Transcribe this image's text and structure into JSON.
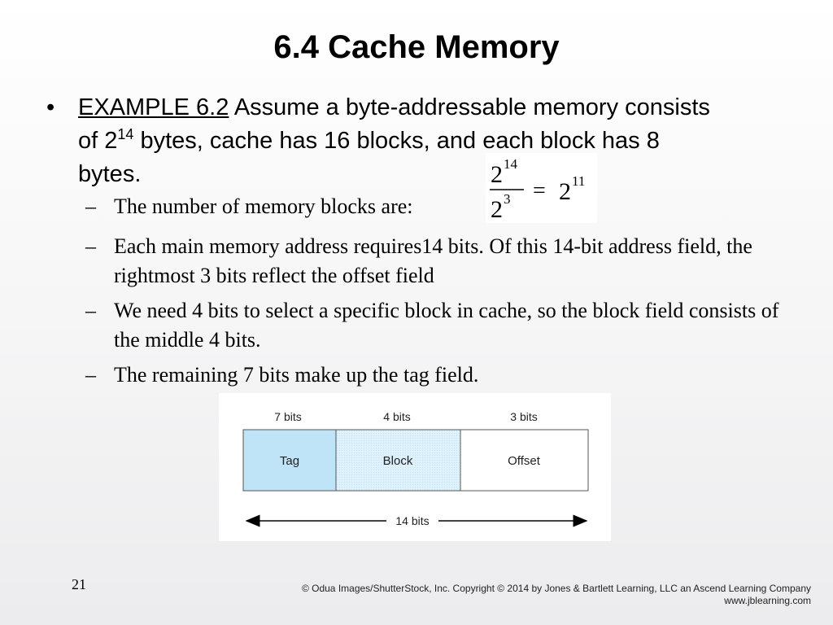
{
  "slide": {
    "title": "6.4 Cache Memory",
    "bullet": {
      "marker": "•",
      "label": "EXAMPLE 6.2",
      "text_part1": " Assume a byte-addressable memory consists of 2",
      "exponent": "14",
      "text_part2": " bytes, cache has 16 blocks, and each block has 8 bytes."
    },
    "sub_items": [
      {
        "dash": "–",
        "text": "The number of memory blocks are:"
      },
      {
        "dash": "–",
        "text": "Each main memory address requires14 bits. Of this 14-bit address field, the rightmost 3 bits reflect the offset field"
      },
      {
        "dash": "–",
        "text": "We need 4 bits to select a specific block in cache, so the block field consists of the middle 4 bits."
      },
      {
        "dash": "–",
        "text": "The remaining 7 bits make up the tag field."
      }
    ],
    "equation": {
      "numerator_base": "2",
      "numerator_exp": "14",
      "denominator_base": "2",
      "denominator_exp": "3",
      "equals": "=",
      "result_base": "2",
      "result_exp": "11"
    },
    "address_diagram": {
      "fields": [
        {
          "name": "Tag",
          "bits_label": "7 bits",
          "bits": 7
        },
        {
          "name": "Block",
          "bits_label": "4 bits",
          "bits": 4
        },
        {
          "name": "Offset",
          "bits_label": "3 bits",
          "bits": 3
        }
      ],
      "total_label": "14 bits",
      "colors": {
        "tag": "#bfe3f7",
        "block": "#dff1fb",
        "offset": "#ffffff",
        "border": "#555555"
      }
    },
    "page_number": "21",
    "copyright_line1": "© Odua Images/ShutterStock, Inc. Copyright © 2014 by Jones & Bartlett Learning, LLC an Ascend Learning Company",
    "copyright_line2": "www.jblearning.com"
  }
}
